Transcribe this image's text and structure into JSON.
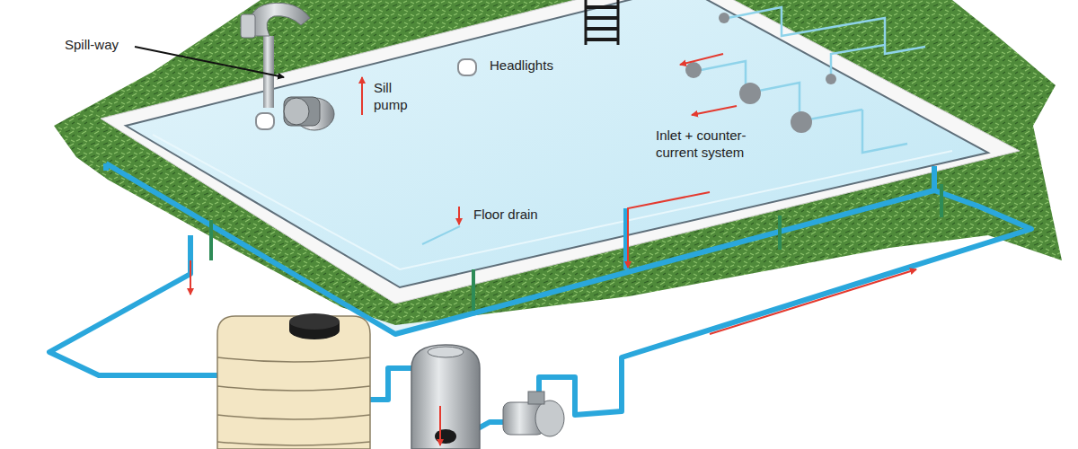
{
  "diagram": {
    "labels": [
      "Spill-way",
      "Headlights",
      "Sill pump",
      "Inlet + counter-current system",
      "Floor drain"
    ]
  }
}
